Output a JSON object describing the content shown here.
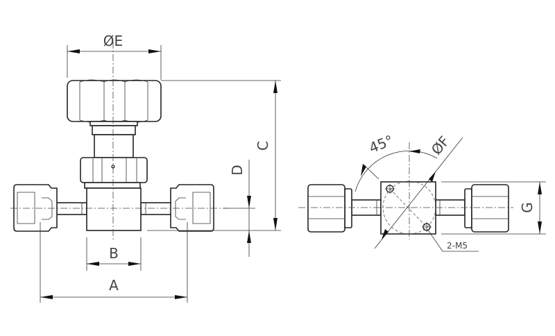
{
  "labels": {
    "dim_e": "ØE",
    "dim_c": "C",
    "dim_d": "D",
    "dim_b": "B",
    "dim_a": "A",
    "dim_f": "ØF",
    "angle": "45°",
    "dim_g": "G",
    "holes": "2-M5"
  }
}
